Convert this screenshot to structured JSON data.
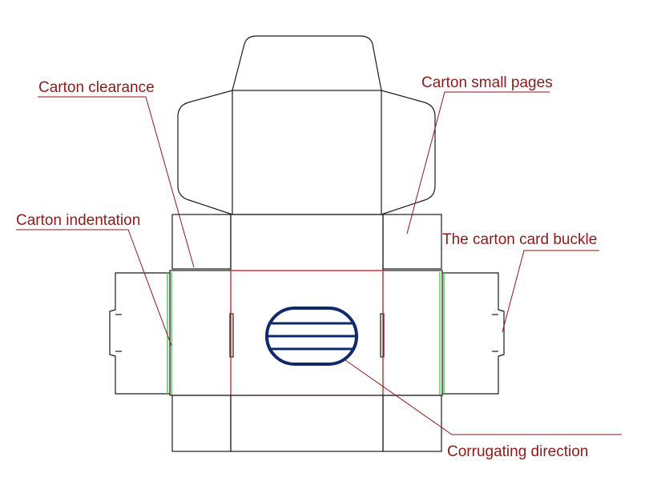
{
  "colors": {
    "outline": "#1a1a1a",
    "bottom_panel": "#e0262e",
    "crease": "#33cc33",
    "label": "#8b1a1a",
    "leader": "#8b1a1a",
    "corrugation": "#0f2a6b"
  },
  "labels": {
    "carton_clearance": "Carton clearance",
    "carton_small_pages": "Carton small pages",
    "carton_indentation": "Carton indentation",
    "carton_card_buckle": "The carton card buckle",
    "corrugating_direction": "Corrugating direction"
  }
}
